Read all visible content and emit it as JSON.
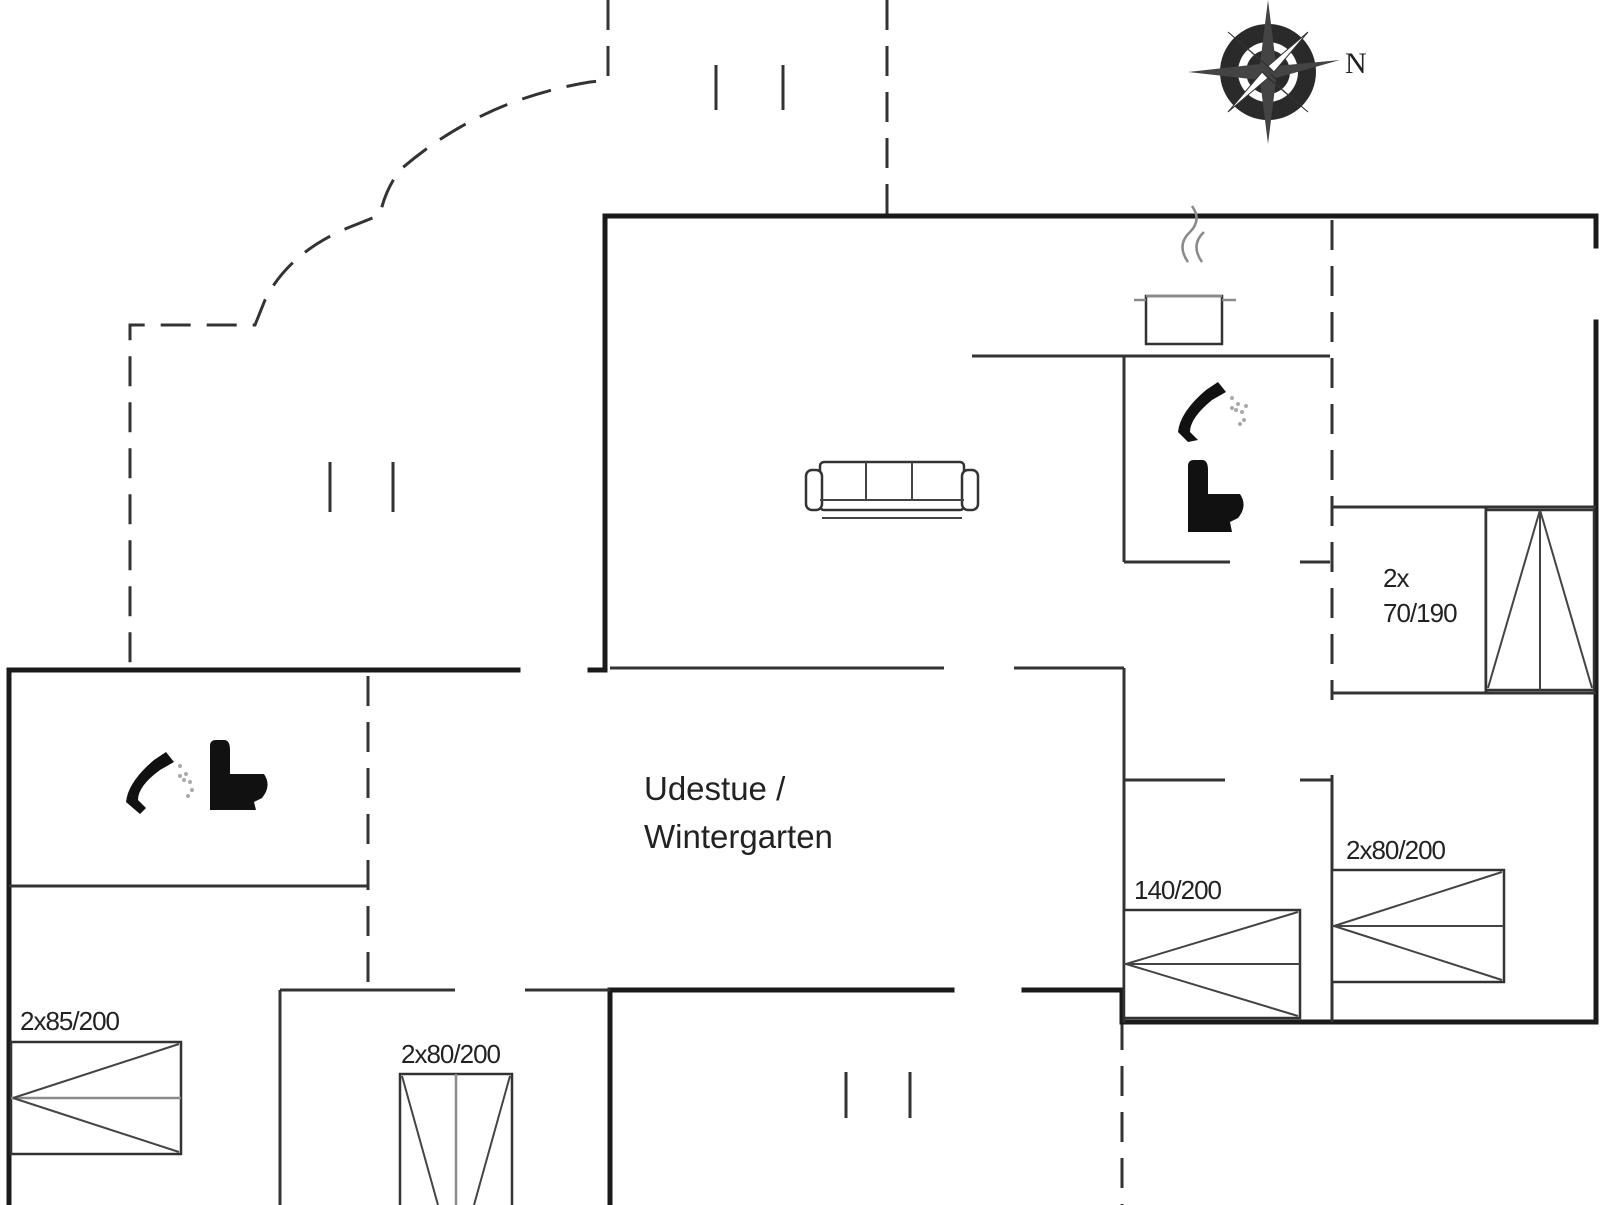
{
  "compass": {
    "north_label": "N"
  },
  "rooms": {
    "sunroom_line1": "Udestue /",
    "sunroom_line2": "Wintergarten"
  },
  "beds": {
    "kids_room": [
      "2x",
      "70/190"
    ],
    "double_room": "140/200",
    "twin_room_east": "2x80/200",
    "twin_room_west": "2x85/200",
    "twin_room_south": "2x80/200"
  },
  "icons": [
    "compass-rose-icon",
    "cooking-pot-icon",
    "sofa-icon",
    "shower-icon",
    "toilet-icon",
    "bed-icon"
  ]
}
